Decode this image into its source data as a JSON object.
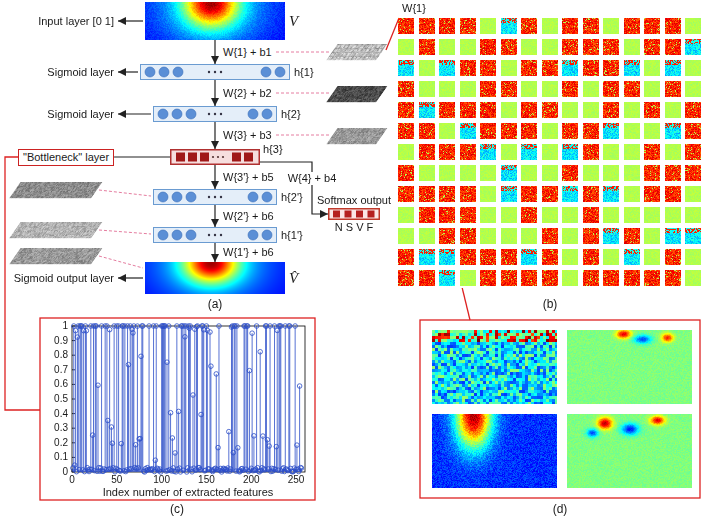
{
  "diagram": {
    "nodes": [
      {
        "text": [
          "V"
        ]
      },
      {
        "text": [
          "h{1}"
        ]
      },
      {
        "text": [
          "h{2}"
        ]
      },
      {
        "text": [
          "\"Bottleneck\" layer"
        ]
      },
      {
        "text": [
          "h{3}"
        ]
      },
      {
        "text": [
          "Softmax output",
          "N S V F"
        ]
      },
      {
        "text": [
          "h{2'}"
        ]
      },
      {
        "text": [
          "h{1'}"
        ]
      },
      {
        "text": [
          "V̂"
        ]
      }
    ],
    "edges": [
      {
        "from": 0,
        "to": 1,
        "arrow": "to",
        "label": "W{1} + b1"
      },
      {
        "from": 1,
        "to": 2,
        "arrow": "to",
        "label": "W{2} + b2"
      },
      {
        "from": 2,
        "to": 4,
        "arrow": "to",
        "label": "W{3} + b3"
      },
      {
        "from": 4,
        "to": 3,
        "arrow": "none"
      },
      {
        "from": 4,
        "to": 5,
        "arrow": "to",
        "label": "W{4} + b4"
      },
      {
        "from": 4,
        "to": 6,
        "arrow": "to",
        "label": "W{3'} + b5"
      },
      {
        "from": 6,
        "to": 7,
        "arrow": "to",
        "label": "W{2'} + b6"
      },
      {
        "from": 7,
        "to": 8,
        "arrow": "to",
        "label": "W{1'} + b6"
      }
    ],
    "labels": [
      "Input layer [0 1]",
      "Sigmoid layer",
      "Sigmoid layer",
      "Sigmoid output layer",
      "(a)",
      "W{1}",
      "(b)",
      "0",
      "0.1",
      "0.2",
      "0.3",
      "0.4",
      "0.5",
      "0.6",
      "0.7",
      "0.8",
      "0.9",
      "1",
      "0",
      "50",
      "100",
      "150",
      "200",
      "250",
      "Index number of extracted features",
      "(c)",
      "(d)"
    ]
  }
}
